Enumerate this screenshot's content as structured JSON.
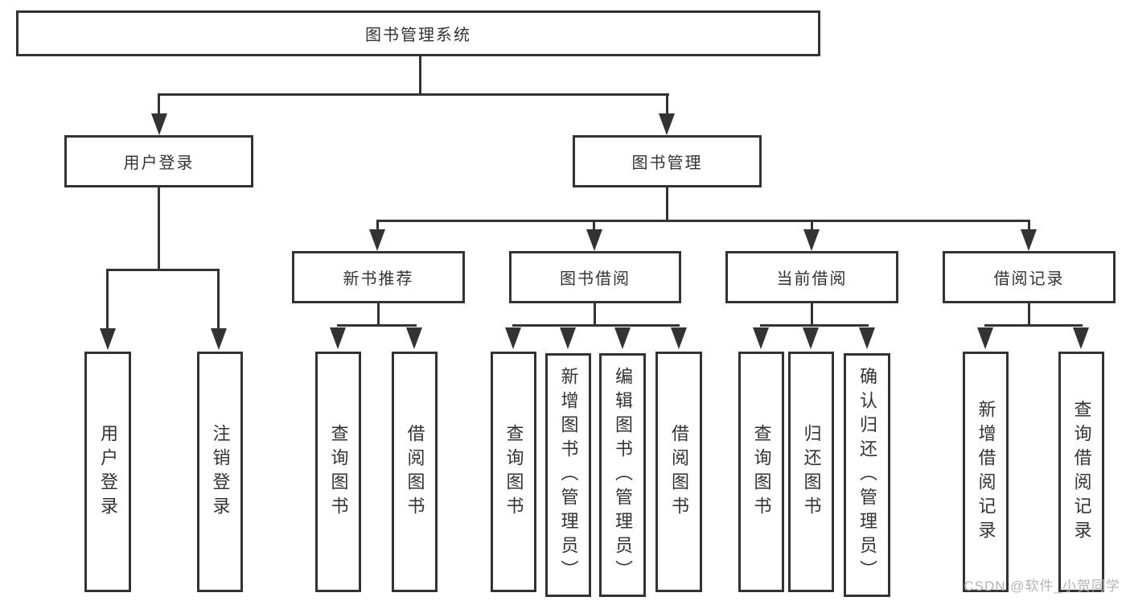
{
  "root": {
    "label": "图书管理系统"
  },
  "level2": [
    {
      "label": "用户登录"
    },
    {
      "label": "图书管理"
    }
  ],
  "level3": [
    {
      "label": "新书推荐"
    },
    {
      "label": "图书借阅"
    },
    {
      "label": "当前借阅"
    },
    {
      "label": "借阅记录"
    }
  ],
  "leaves": [
    {
      "label": "用户登录"
    },
    {
      "label": "注销登录"
    },
    {
      "label": "查询图书"
    },
    {
      "label": "借阅图书"
    },
    {
      "label": "查询图书"
    },
    {
      "label": "新增图书（管理员）"
    },
    {
      "label": "编辑图书（管理员）"
    },
    {
      "label": "借阅图书"
    },
    {
      "label": "查询图书"
    },
    {
      "label": "归还图书"
    },
    {
      "label": "确认归还（管理员）"
    },
    {
      "label": "新增借阅记录"
    },
    {
      "label": "查询借阅记录"
    }
  ],
  "watermark": {
    "text": "CSDN @软件_小贺同学"
  },
  "colors": {
    "line": "#333333",
    "text": "#333333",
    "background": "#ffffff",
    "watermark": "#b4b4b4"
  }
}
